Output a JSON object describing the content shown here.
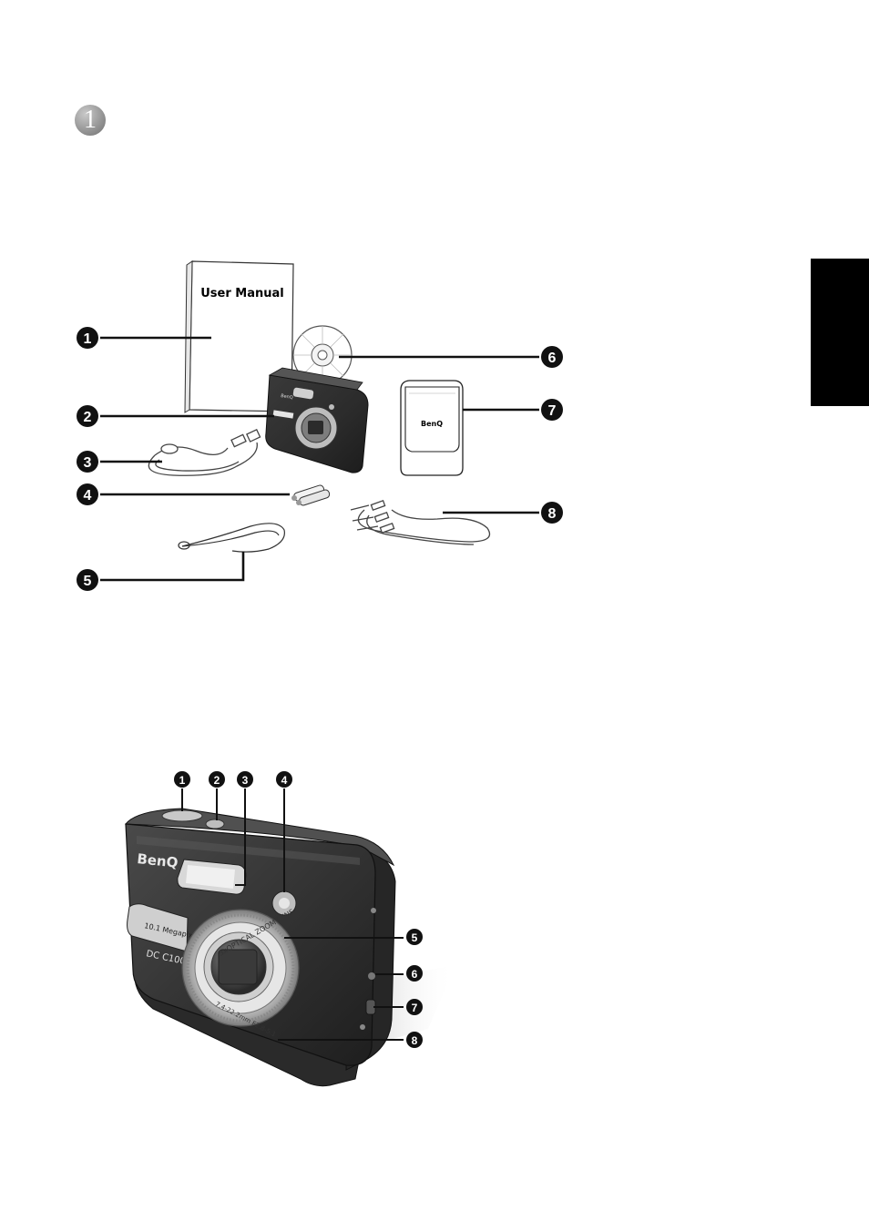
{
  "chapter": {
    "number": "1"
  },
  "package_figure": {
    "manual_cover_text": "User Manual",
    "pouch_brand": "BenQ",
    "callouts": [
      "1",
      "2",
      "3",
      "4",
      "5",
      "6",
      "7",
      "8"
    ]
  },
  "camera_figure": {
    "brand": "BenQ",
    "megapixel_label": "10.1 Megapixels",
    "model": "DC C1000",
    "lens_ring_text": "3xOPTICAL ZOOM LENS",
    "lens_spec_text": "7.4-22.2mm F2.8-5.1",
    "callouts": [
      "1",
      "2",
      "3",
      "4",
      "5",
      "6",
      "7",
      "8"
    ]
  }
}
